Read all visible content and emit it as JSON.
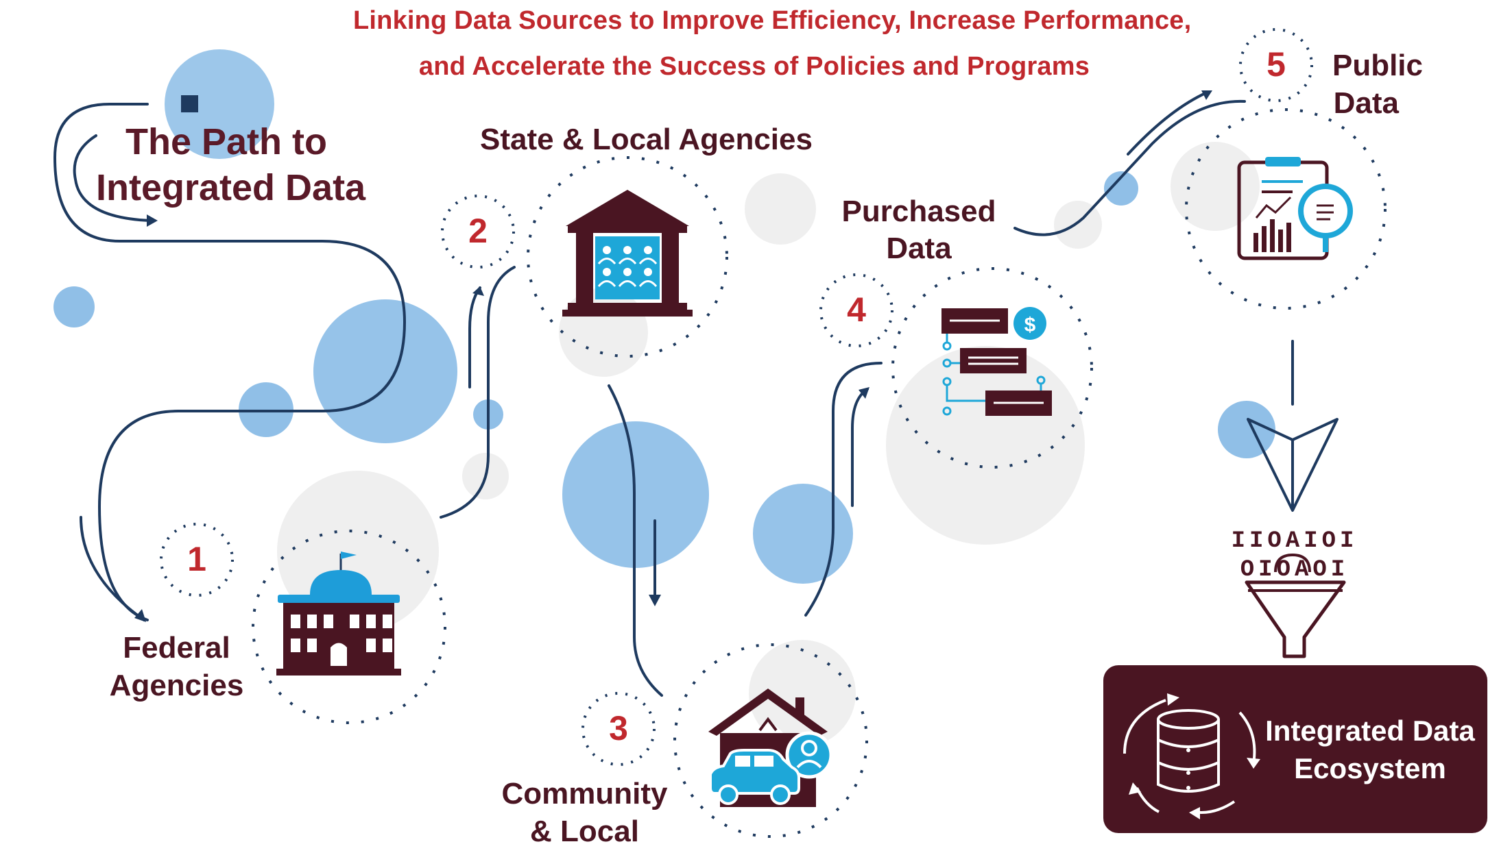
{
  "title": {
    "line1": "Linking Data Sources to Improve Efficiency, Increase Performance,",
    "line2": "and Accelerate the Success of Policies and Programs"
  },
  "heading": {
    "line1": "The Path to",
    "line2": "Integrated Data"
  },
  "steps": [
    {
      "number": "1",
      "label_line1": "Federal",
      "label_line2": "Agencies",
      "icon": "capitol-building-icon"
    },
    {
      "number": "2",
      "label_line1": "State & Local Agencies",
      "label_line2": "",
      "icon": "courthouse-icon"
    },
    {
      "number": "3",
      "label_line1": "Community",
      "label_line2": "& Local",
      "icon": "house-car-person-icon"
    },
    {
      "number": "4",
      "label_line1": "Purchased",
      "label_line2": "Data",
      "icon": "data-purchase-flow-icon"
    },
    {
      "number": "5",
      "label_line1": "Public",
      "label_line2": "Data",
      "icon": "report-magnifier-icon"
    }
  ],
  "ecosystem": {
    "line1": "Integrated Data",
    "line2": "Ecosystem",
    "icon": "database-cycle-icon"
  },
  "funnel": {
    "binary_top": "IIOAIOI",
    "binary_bottom": "OIOAOI",
    "icon": "data-funnel-icon"
  },
  "colors": {
    "accent_red": "#c0282d",
    "maroon": "#4a1522",
    "navy": "#1e3a5f",
    "blue_circle": "#7cb4e3",
    "cyan": "#1ea7d8",
    "gray_circle": "#efefef"
  }
}
